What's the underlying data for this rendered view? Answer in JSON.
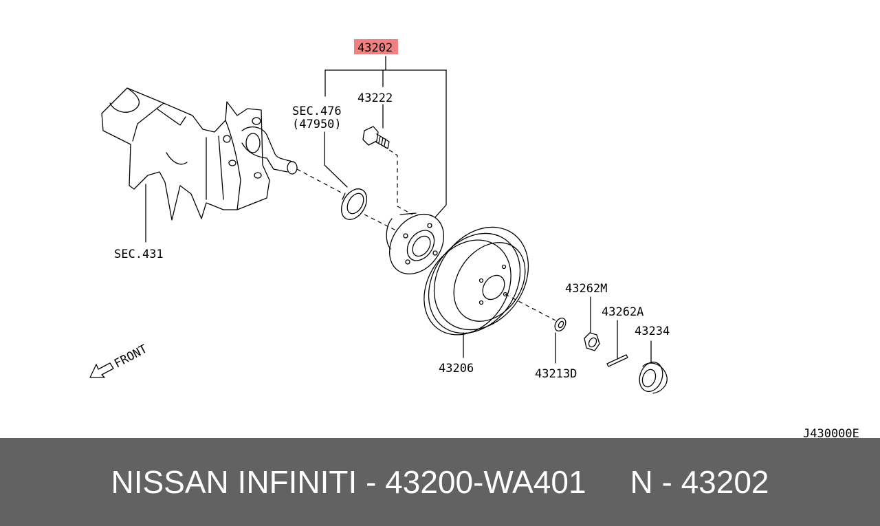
{
  "diagram": {
    "ref_code": "J430000E",
    "labels": {
      "hub_assembly": "43202",
      "hub_bolt": "43222",
      "sec476_line1": "SEC.476",
      "sec476_line2": "(47950)",
      "sec431": "SEC.431",
      "drum": "43206",
      "nut": "43262M",
      "cotter_pin": "43262A",
      "cap": "43234",
      "washer": "43213D",
      "front": "FRONT"
    },
    "highlight_color": "#f08080"
  },
  "footer": {
    "part_line": "NISSAN INFINITI - 43200-WA401",
    "ref_line": "N - 43202"
  }
}
